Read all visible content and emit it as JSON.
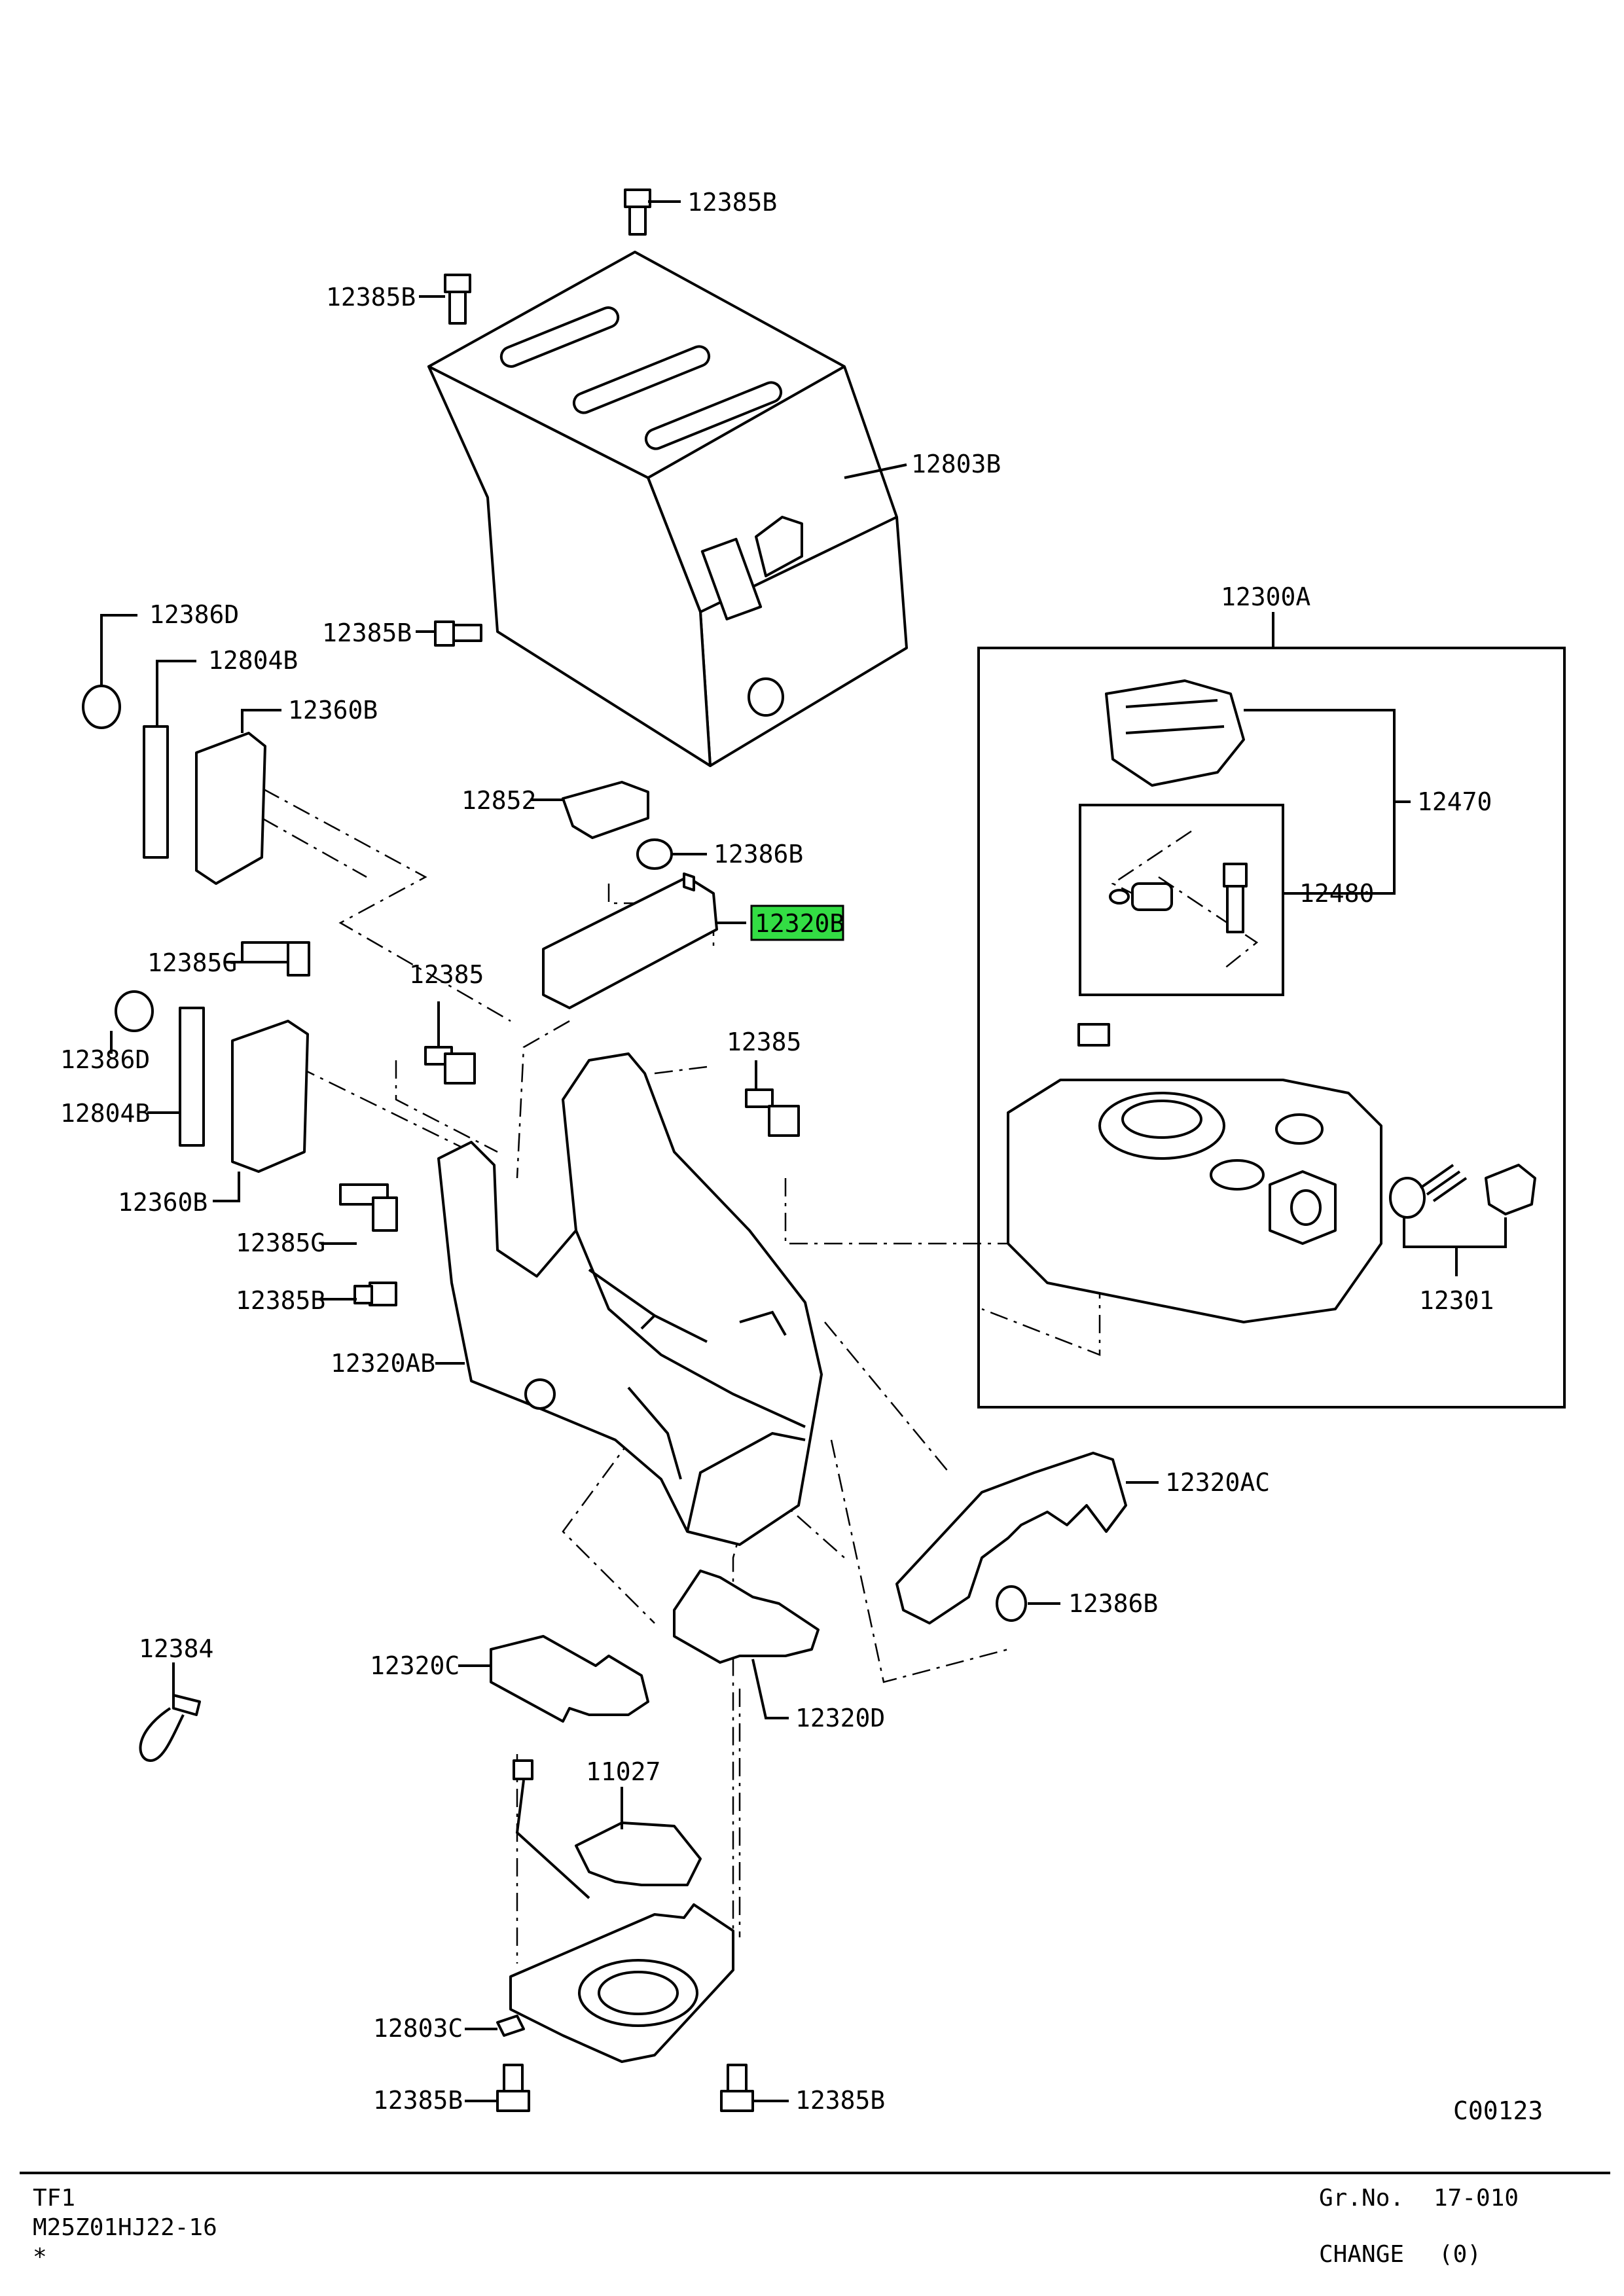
{
  "diagram_code": "C00123",
  "callouts": [
    {
      "id": "c01",
      "text": "12385B"
    },
    {
      "id": "c02",
      "text": "12385B"
    },
    {
      "id": "c03",
      "text": "12803B"
    },
    {
      "id": "c04",
      "text": "12385B"
    },
    {
      "id": "c05",
      "text": "12386D"
    },
    {
      "id": "c06",
      "text": "12804B"
    },
    {
      "id": "c07",
      "text": "12360B"
    },
    {
      "id": "c08",
      "text": "12852"
    },
    {
      "id": "c09",
      "text": "12386B"
    },
    {
      "id": "c10",
      "text": "12320B",
      "highlighted": true
    },
    {
      "id": "c11",
      "text": "12385G"
    },
    {
      "id": "c12",
      "text": "12385"
    },
    {
      "id": "c13",
      "text": "12385"
    },
    {
      "id": "c14",
      "text": "12386D"
    },
    {
      "id": "c15",
      "text": "12804B"
    },
    {
      "id": "c16",
      "text": "12360B"
    },
    {
      "id": "c17",
      "text": "12385G"
    },
    {
      "id": "c18",
      "text": "12385B"
    },
    {
      "id": "c19",
      "text": "12320AB"
    },
    {
      "id": "c20",
      "text": "12300A"
    },
    {
      "id": "c21",
      "text": "12470"
    },
    {
      "id": "c22",
      "text": "12480"
    },
    {
      "id": "c23",
      "text": "12301"
    },
    {
      "id": "c24",
      "text": "12320AC"
    },
    {
      "id": "c25",
      "text": "12386B"
    },
    {
      "id": "c26",
      "text": "12384"
    },
    {
      "id": "c27",
      "text": "12320C"
    },
    {
      "id": "c28",
      "text": "12320D"
    },
    {
      "id": "c29",
      "text": "11027"
    },
    {
      "id": "c30",
      "text": "12803C"
    },
    {
      "id": "c31",
      "text": "12385B"
    },
    {
      "id": "c32",
      "text": "12385B"
    }
  ],
  "highlight_color": "#33dd44",
  "footer": {
    "model": "TF1",
    "catalog_code": "M25Z01HJ22-16",
    "marker": "*",
    "group_label": "Gr.No.",
    "group_value": "17-010",
    "change_label": "CHANGE",
    "change_value": "(0)"
  }
}
